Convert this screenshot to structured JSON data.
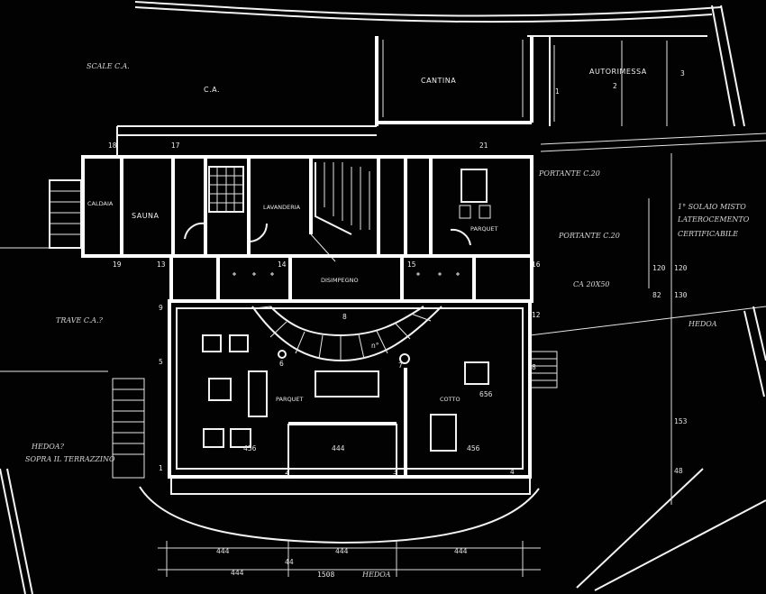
{
  "plan": {
    "rooms": {
      "scale_ca": "SCALE C.A.",
      "ca": "C.A.",
      "cantina": "CANTINA",
      "autorimessa": "AUTORIMESSA",
      "caldaia": "CALDAIA",
      "sauna": "SAUNA",
      "lavanderia": "LAVANDERIA",
      "parquet_top": "PARQUET",
      "disimpegno": "DISIMPEGNO",
      "parquet_main": "PARQUET",
      "cotto": "COTTO"
    },
    "notes": {
      "sporto": "PORTANTE C.20",
      "solaio": "1° SOLAIO MISTO",
      "laterocemento": "LATEROCEMENTO",
      "certificabile": "CERTIFICABILE",
      "portante": "PORTANTE C.20",
      "ca_20x50": "CA 20X50",
      "trave": "TRAVE C.A.?",
      "hedoa": "HEDOA?",
      "sopra_terrazzo": "SOPRA IL TERRAZZINO",
      "hedoa_right": "HEDOA",
      "hedoa_bottom": "HEDOA"
    },
    "column_numbers": {
      "n1": "1",
      "n2": "2",
      "n3": "3",
      "n4": "4",
      "n5": "5",
      "n6": "6",
      "n7": "7",
      "n8": "8",
      "n9": "9",
      "n12": "12",
      "n13": "13",
      "n14": "14",
      "n15": "15",
      "n16": "16",
      "n17": "17",
      "n18": "18",
      "n19": "19",
      "n21": "21"
    },
    "garage_numbers": {
      "g1": "1",
      "g2": "2",
      "g3": "3"
    },
    "dimensions": {
      "d456_left": "456",
      "d444_mid": "444",
      "d456_right": "456",
      "d656": "656",
      "b444_1": "444",
      "b444_2": "444",
      "b444_3": "444",
      "b444_4": "444",
      "b44": "44",
      "total_1508": "1508",
      "v153": "153",
      "v120": "120",
      "v120b": "120",
      "v48": "48",
      "v130": "130",
      "v82": "82"
    },
    "stair_marks": {
      "up": "8",
      "n": "n°"
    }
  }
}
